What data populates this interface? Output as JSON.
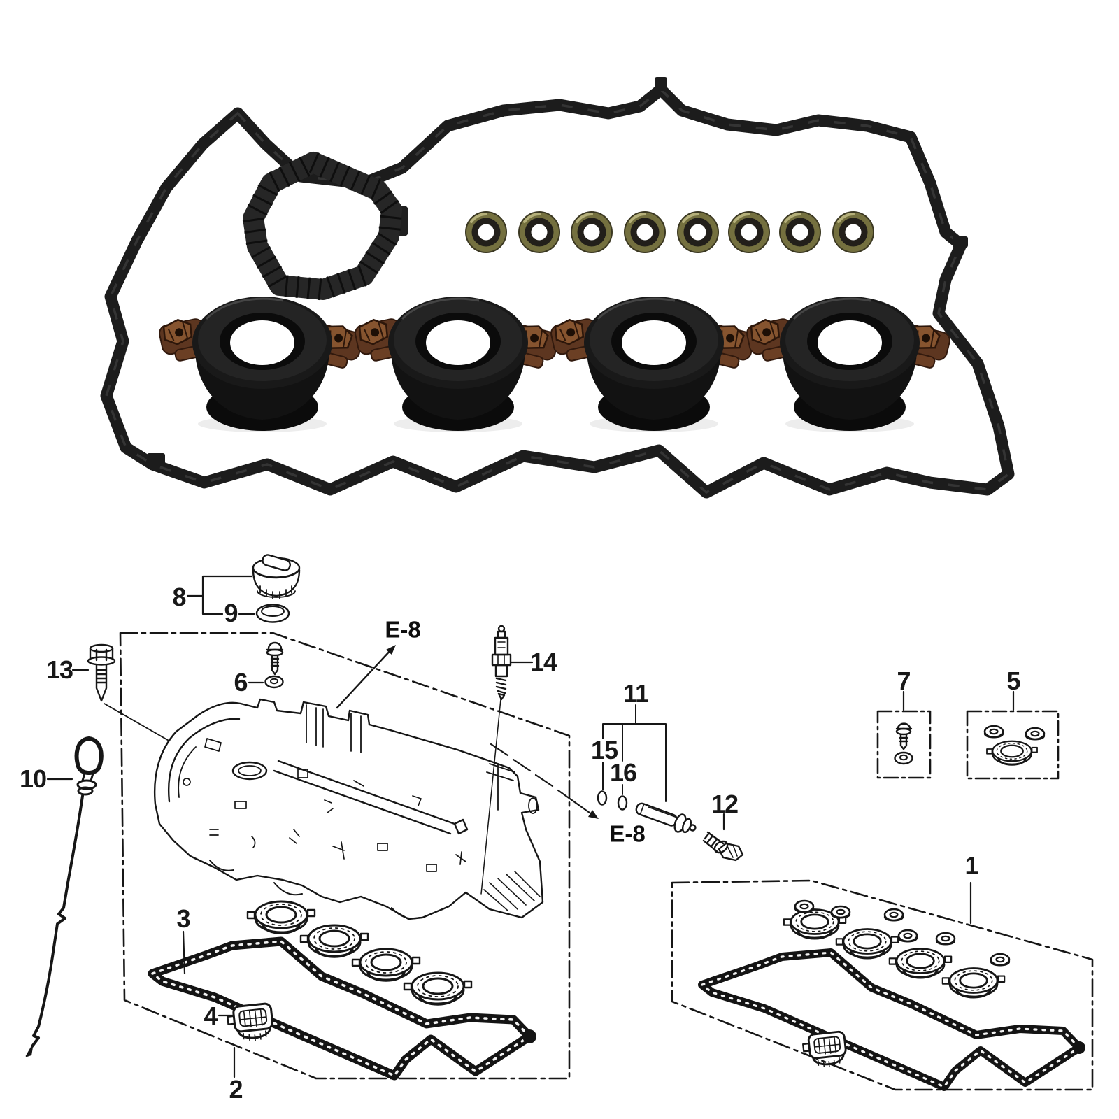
{
  "page": {
    "background": "#ffffff",
    "type": "auto-parts-exploded-diagram"
  },
  "product_photo": {
    "components": [
      {
        "name": "valve-cover-perimeter-gasket",
        "color": "#1c1c1c"
      },
      {
        "name": "breather-chamber-gasket",
        "color": "#1f1f1f"
      },
      {
        "name": "valve-stem-seal",
        "count": 8,
        "rim_color": "#74703f",
        "ring_color": "#221f1a"
      },
      {
        "name": "spark-plug-tube-seal",
        "count": 4,
        "rubber_color": "#141414",
        "bracket_color": "#6b3f24",
        "nut_color": "#86542f"
      }
    ]
  },
  "diagram": {
    "ink": "#161616",
    "callouts": [
      {
        "label": "1"
      },
      {
        "label": "2"
      },
      {
        "label": "3"
      },
      {
        "label": "4"
      },
      {
        "label": "5"
      },
      {
        "label": "6"
      },
      {
        "label": "7"
      },
      {
        "label": "8"
      },
      {
        "label": "9"
      },
      {
        "label": "10"
      },
      {
        "label": "11"
      },
      {
        "label": "12"
      },
      {
        "label": "13"
      },
      {
        "label": "14"
      },
      {
        "label": "15"
      },
      {
        "label": "16"
      }
    ],
    "region_refs": [
      {
        "label": "E-8"
      },
      {
        "label": "E-8"
      }
    ]
  }
}
